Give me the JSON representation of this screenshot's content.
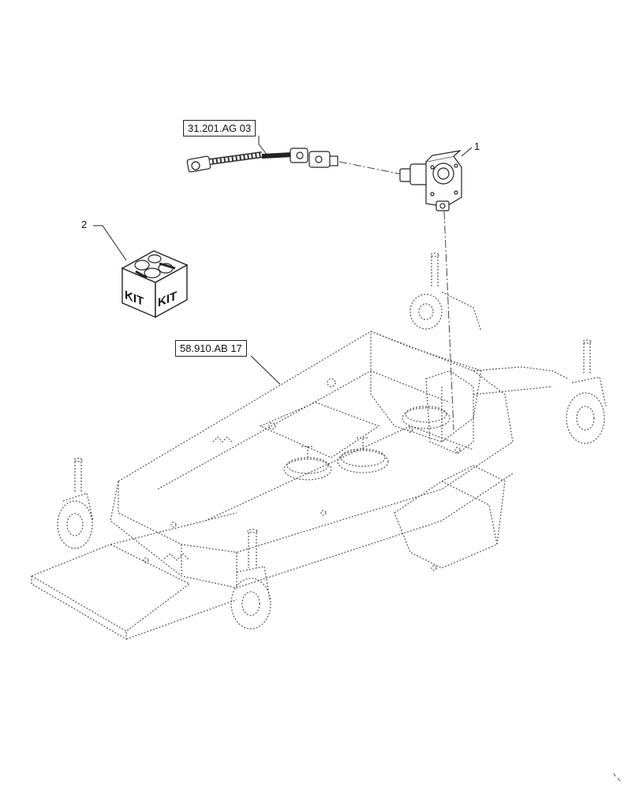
{
  "references": {
    "driveshaft_ref": "31.201.AG 03",
    "deck_ref": "58.910.AB 17"
  },
  "callouts": {
    "gearbox": "1",
    "kit": "2"
  },
  "kit_box": {
    "label_left": "KIT",
    "label_right": "KIT"
  },
  "colors": {
    "line": "#222222",
    "phantom": "#555555",
    "part_fill": "#ffffff"
  }
}
